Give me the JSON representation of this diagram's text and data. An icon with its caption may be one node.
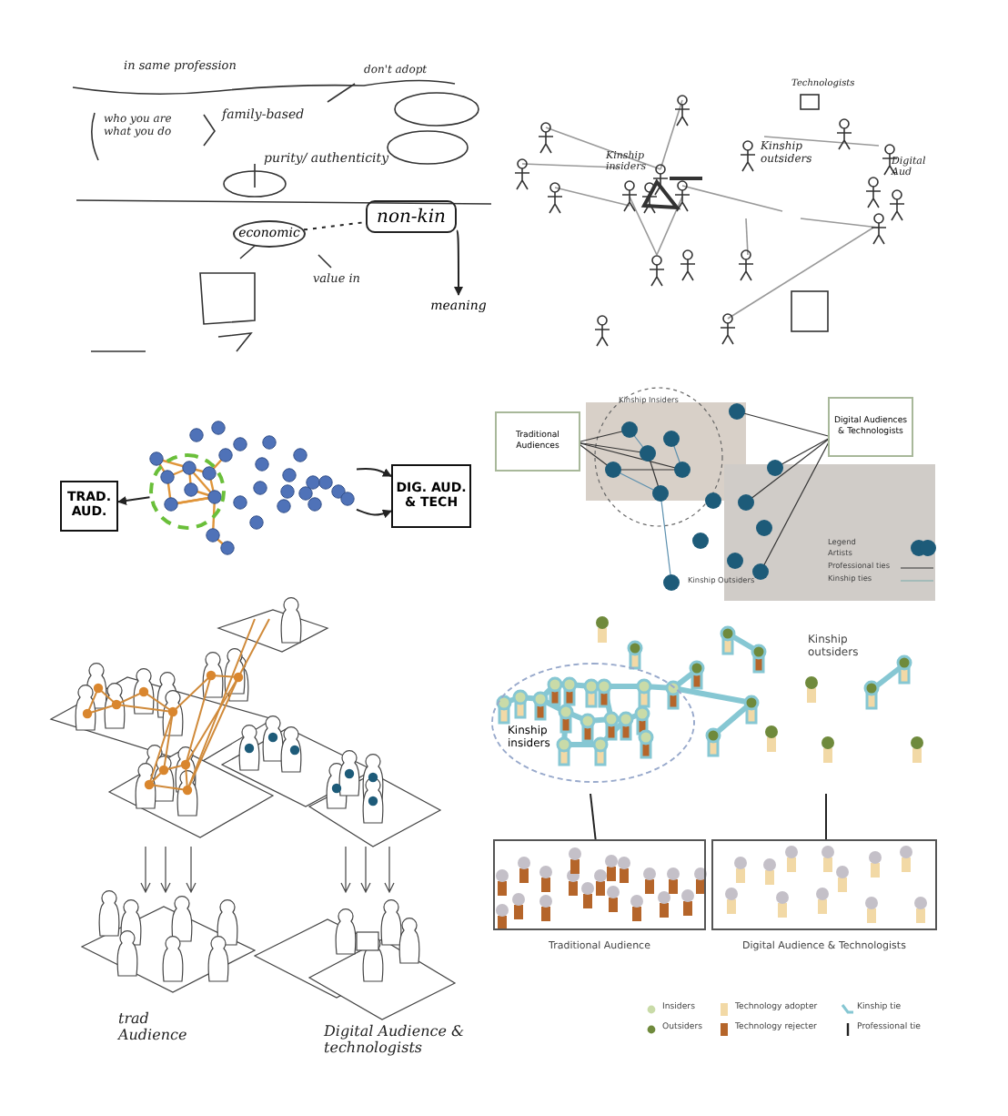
{
  "diagram": {
    "nodes": [
      {
        "text": [
          "economic"
        ]
      },
      {
        "text": [
          "non-kin"
        ]
      },
      {
        "text": [
          "meaning"
        ]
      },
      {
        "text": [],
        "shape": "circle"
      },
      {
        "text": [
          "TRAD. AUD."
        ]
      },
      {
        "text": [
          "DIG. AUD. & TECH"
        ]
      },
      {
        "text": [
          "Traditional Audiences"
        ]
      },
      {
        "text": [
          "Digital Audiences & Technologists"
        ]
      },
      {
        "text": [
          "Kinship insiders"
        ]
      },
      {
        "text": [],
        "beside": [
          "Traditional Audience"
        ],
        "shape": "box"
      },
      {
        "text": [],
        "beside": [
          "Digital Audience & Technologists"
        ],
        "shape": "box"
      },
      {
        "text": [],
        "shape": "picture"
      }
    ],
    "edges": [
      {
        "from": 1,
        "to": 2,
        "arrow": "to"
      },
      {
        "from": 0,
        "to": 1,
        "arrow": "none",
        "style": "dashed"
      },
      {
        "from": 3,
        "to": 4,
        "arrow": "to"
      },
      {
        "from": 11,
        "to": 5,
        "arrow": "to"
      },
      {
        "from": 11,
        "to": 5,
        "arrow": "to"
      },
      {
        "from": 8,
        "to": 9,
        "arrow": "none"
      },
      {
        "from": null,
        "to": 10,
        "arrow": "none"
      }
    ],
    "labels": [
      "in same profession",
      "don't adopt",
      "who you are what you do",
      "family-based",
      "purity/ authenticity",
      "value in",
      "Kinship insiders",
      "Kinship outsiders",
      "Technologists",
      "Digital Aud",
      "Kinship Insiders",
      "Kinship Outsiders",
      "Legend",
      "trad Audience",
      "Digital Audience & technologists",
      "Kinship outsiders"
    ],
    "legend": [
      {
        "text": "Artists"
      },
      {
        "text": "Professional ties"
      },
      {
        "text": "Kinship ties"
      },
      {
        "text": "Insiders",
        "color": "#c9dba8"
      },
      {
        "text": "Outsiders",
        "color": "#6f8a3c"
      },
      {
        "text": "Technology adopter",
        "color": "#f2d9a6"
      },
      {
        "text": "Technology rejecter",
        "color": "#b5652a"
      },
      {
        "text": "Kinship tie"
      },
      {
        "text": "Professional tie"
      }
    ]
  }
}
